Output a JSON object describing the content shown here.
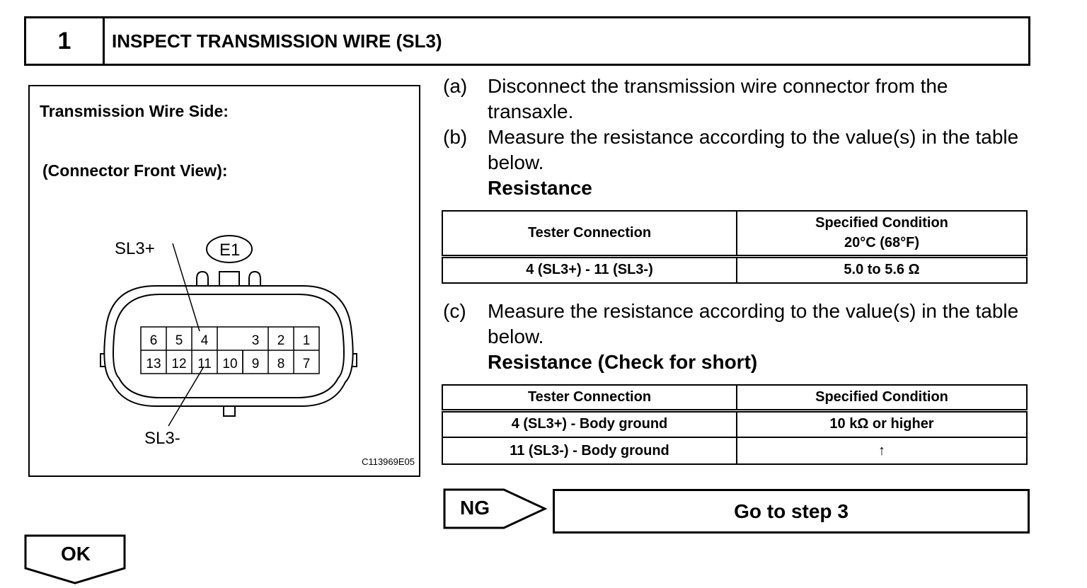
{
  "header": {
    "step_number": "1",
    "title": "INSPECT TRANSMISSION WIRE (SL3)"
  },
  "figure": {
    "title": "Transmission Wire Side:",
    "subtitle": "(Connector Front View):",
    "label_plus": "SL3+",
    "label_minus": "SL3-",
    "ground_label": "E1",
    "code": "C113969E05",
    "pins_top": [
      "6",
      "5",
      "4",
      "",
      "3",
      "2",
      "1"
    ],
    "pins_bottom": [
      "13",
      "12",
      "11",
      "10",
      "9",
      "8",
      "7"
    ]
  },
  "steps": {
    "a_letter": "(a)",
    "a_text": "Disconnect the transmission wire connector from the transaxle.",
    "b_letter": "(b)",
    "b_text": "Measure the resistance according to the value(s) in the table below.",
    "b_title": "Resistance",
    "c_letter": "(c)",
    "c_text": "Measure the resistance according to the value(s) in the table below.",
    "c_title": "Resistance (Check for short)"
  },
  "table1": {
    "col1": "Tester Connection",
    "col2_line1": "Specified Condition",
    "col2_line2": "20°C (68°F)",
    "rows": [
      {
        "conn": "4 (SL3+) - 11 (SL3-)",
        "cond": "5.0 to 5.6 Ω"
      }
    ]
  },
  "table2": {
    "col1": "Tester Connection",
    "col2": "Specified Condition",
    "rows": [
      {
        "conn": "4 (SL3+) - Body ground",
        "cond": "10 kΩ or higher"
      },
      {
        "conn": "11 (SL3-) - Body ground",
        "cond": "↑"
      }
    ]
  },
  "result": {
    "ng_label": "NG",
    "ng_action": "Go to step 3",
    "ok_label": "OK"
  }
}
